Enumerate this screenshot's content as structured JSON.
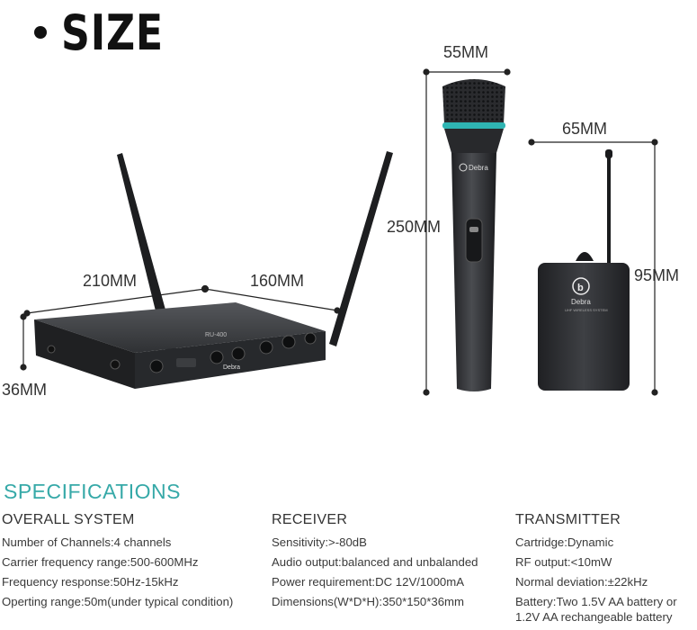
{
  "header": {
    "title": "SIZE"
  },
  "dimensions": {
    "receiver_width": "210MM",
    "receiver_depth": "160MM",
    "receiver_height": "36MM",
    "mic_diameter": "55MM",
    "mic_length": "250MM",
    "bodypack_width": "65MM",
    "bodypack_height": "95MM"
  },
  "product_labels": {
    "receiver_model": "RU-400",
    "brand": "Debra",
    "bodypack_sub": "UHF WIRELESS SYSTEM"
  },
  "specs": {
    "title": "SPECIFICATIONS",
    "columns": [
      {
        "heading": "OVERALL SYSTEM",
        "items": [
          "Number of Channels:4 channels",
          "Carrier frequency range:500-600MHz",
          "Frequency response:50Hz-15kHz",
          "Operting range:50m(under typical condition)"
        ]
      },
      {
        "heading": "RECEIVER",
        "items": [
          "Sensitivity:>-80dB",
          "Audio output:balanced and unbalanded",
          "Power requirement:DC 12V/1000mA",
          "Dimensions(W*D*H):350*150*36mm"
        ]
      },
      {
        "heading": "TRANSMITTER",
        "items": [
          "Cartridge:Dynamic",
          "RF output:<10mW",
          "Normal deviation:±22kHz",
          "Battery:Two 1.5V AA battery or 1.2V AA rechangeable battery"
        ]
      }
    ]
  },
  "colors": {
    "accent": "#36a9a8",
    "mic_ring": "#2fb5b3",
    "device_body": "#2b2d30"
  }
}
